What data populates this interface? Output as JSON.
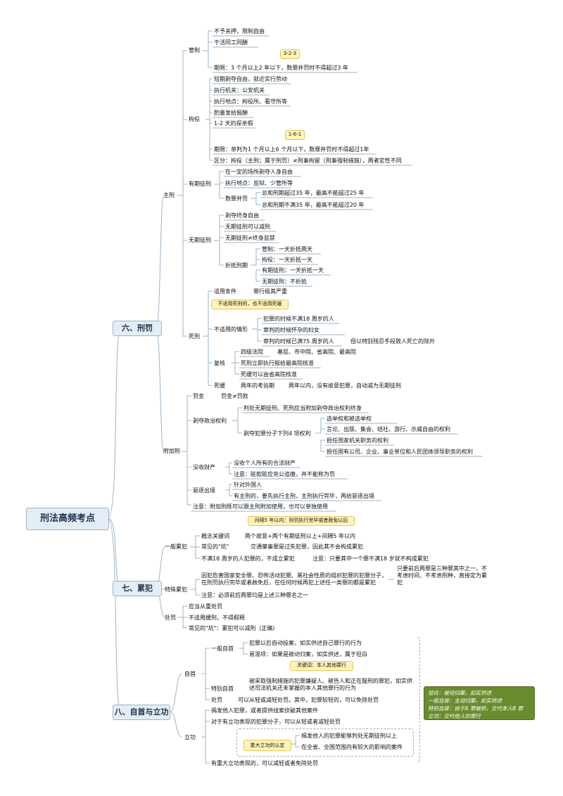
{
  "root": "刑法高频考点",
  "sections": {
    "s6": "六、刑罚",
    "s7": "七、累犯",
    "s8": "八、自首与立功"
  },
  "main_penalty": {
    "title": "主刑",
    "guanzhi": {
      "title": "管制",
      "items": [
        "不予关押，限制自由",
        "干活同工同酬",
        "期限：3 个月以上2 年以下，数罪并罚时不得超过3 年"
      ],
      "note": "3-2-3"
    },
    "juyi": {
      "title": "拘役",
      "items": [
        "短期剥夺自由，就近实行劳动",
        "执行机关：公安机关",
        "执行地点：拘役所、看守所等",
        "酌量发给报酬",
        "1-2 天的探亲假",
        "期限：单判为1 个月以上6 个月以下，数罪并罚时不得超过1年",
        "区分：拘役（主刑；属于刑罚）≠刑事拘留（刑事强制措施），两者定性不同"
      ],
      "note": "1-6-1"
    },
    "youqi": {
      "title": "有期徒刑",
      "items": [
        "在一定的场所剥夺人身自由",
        "执行地点：监狱、少管所等"
      ],
      "combine_title": "数罪并罚",
      "combine_items": [
        "总和刑期超过35 年，最高不能超过25 年",
        "总和刑期不满35 年，最高不能超过20 年"
      ]
    },
    "wuqi": {
      "title": "无期徒刑",
      "items": [
        "剥夺终身自由",
        "无期徒刑可以减刑",
        "无期徒刑≠终身监禁"
      ],
      "offset_title": "折抵刑期",
      "offset_items": [
        "管制：一天折抵两天",
        "拘役：一天折抵一天",
        "有期徒刑：一天折抵一天",
        "无期徒刑：不折抵"
      ]
    },
    "sixing": {
      "title": "死刑",
      "apply_label": "适用条件",
      "apply_value": "罪行极其严重",
      "note": "不适用死刑的，也不适用死缓",
      "na_title": "不适用的情形",
      "na_items": [
        "犯罪的时候不满18 周岁的人",
        "审判的时候怀孕的妇女",
        "审判的时候已满75 周岁的人"
      ],
      "na_exception": "但以特别残忍手段致人死亡的除外",
      "review_title": "复核",
      "review_items": [
        "四级法院",
        "基层、市中院、省高院、最高院",
        "死刑立即执行报给最高院核准",
        "死缓可以由省高院核准"
      ],
      "reprieve_title": "死缓",
      "reprieve_items": [
        "两年的考验期",
        "两年以内，没有故意犯罪，自动减为无期徒刑"
      ]
    }
  },
  "additional_penalty": {
    "title": "附加刑",
    "fine_title": "罚金",
    "fine_value": "罚金≠罚款",
    "deprive_title": "剥夺政治权利",
    "deprive_first": "判处无期徒刑、死刑应当附加剥夺政治权利终身",
    "deprive_four": "剥夺犯罪分子下列4 项权利",
    "rights": [
      "选举权和被选举权",
      "言论、出版、集会、结社、游行、示威自由的权利",
      "担任国家机关职务的权利",
      "担任国有公司、企业、事业单位和人民团体领导职务的权利"
    ],
    "confiscate_title": "没收财产",
    "confiscate_items": [
      "没收个人所有的合法财产",
      "注意：赃款赃应充公追缴，并不能称为罚"
    ],
    "deport_title": "驱逐出境",
    "deport_items": [
      "针对外国人",
      "有主刑的，要先执行主刑，主刑执行完毕，再给驱逐出境"
    ],
    "attach_note": "注意：附加刑既可以跟主刑附加使用，也可以单独使用"
  },
  "recidivism": {
    "general_title": "一般累犯",
    "note": "间隔5 年以内：刑罚执行完毕或者赦免以后",
    "keyword_label": "概念关键词",
    "keyword_value": "两个故意+两个有期徒刑以上+间隔5 年以内",
    "pit_label": "常见的\"坑\"",
    "pit_value": "交通肇事罪是过失犯罪，因此其不会构成累犯",
    "minor_label": "不满18 周岁的人犯罪的，不成立累犯",
    "minor_value": "注意：只要其中一个罪不满18 岁就不构成累犯",
    "special_title": "特殊累犯",
    "special_text": "因犯危害国家安全罪、恐怖活动犯罪、黑社会性质的组织犯罪的犯罪分子，在刑罚执行完毕或者赦免后，在任何时候再犯上述任一类罪的都是累犯",
    "special_side": "只要前后两罪是三种罪其中之一，不考虑时间、不考虑刑种，直接定为累犯",
    "special_note": "注意：必须前后两罪均是上述三种罪名之一",
    "punish_title": "处罚",
    "punish_items": [
      "应当从重处罚",
      "不适用缓刑，不得假释",
      "常见的\"坑\"：累犯可以减刑（正确）"
    ]
  },
  "surrender": {
    "title": "自首",
    "general_title": "一般自首",
    "general_items": [
      "犯罪以后自动投案，如实供述自己罪行的行为",
      "易混项：如果是被动归案，如实供述，属于坦白"
    ],
    "keyword_note": "关键词：本人其他罪行",
    "special_title": "特别自首",
    "special_text": "被采取强制措施的犯罪嫌疑人、被告人和正在服刑的罪犯，如实供述司法机关还未掌握的本人其他罪行的行为",
    "punish_label": "处罚",
    "punish_value": "可以从轻或减轻处罚。其中，犯罪较轻的，可以免除处罚"
  },
  "merit": {
    "title": "立功",
    "items": [
      "揭发他人犯罪，或者提供线索侦破其他案件",
      "对于有立功表现的犯罪分子，可以从轻或者减轻处罚"
    ],
    "major_note": "重大立功的认定",
    "major_items": [
      "揭发他人的犯罪能够判处无期徒刑以上",
      "在全省、全国范围内有较大的影响的案件"
    ],
    "major_effect": "有重大立功表现的，可以减轻或者免除处罚"
  },
  "summary_box": [
    "坦白：被动归案，如实供述",
    "一般自首：主动归案，如实供述",
    "特别自首：由于A 罪被抓，交代本人B 罪",
    "立功：交代他人的罪行"
  ]
}
